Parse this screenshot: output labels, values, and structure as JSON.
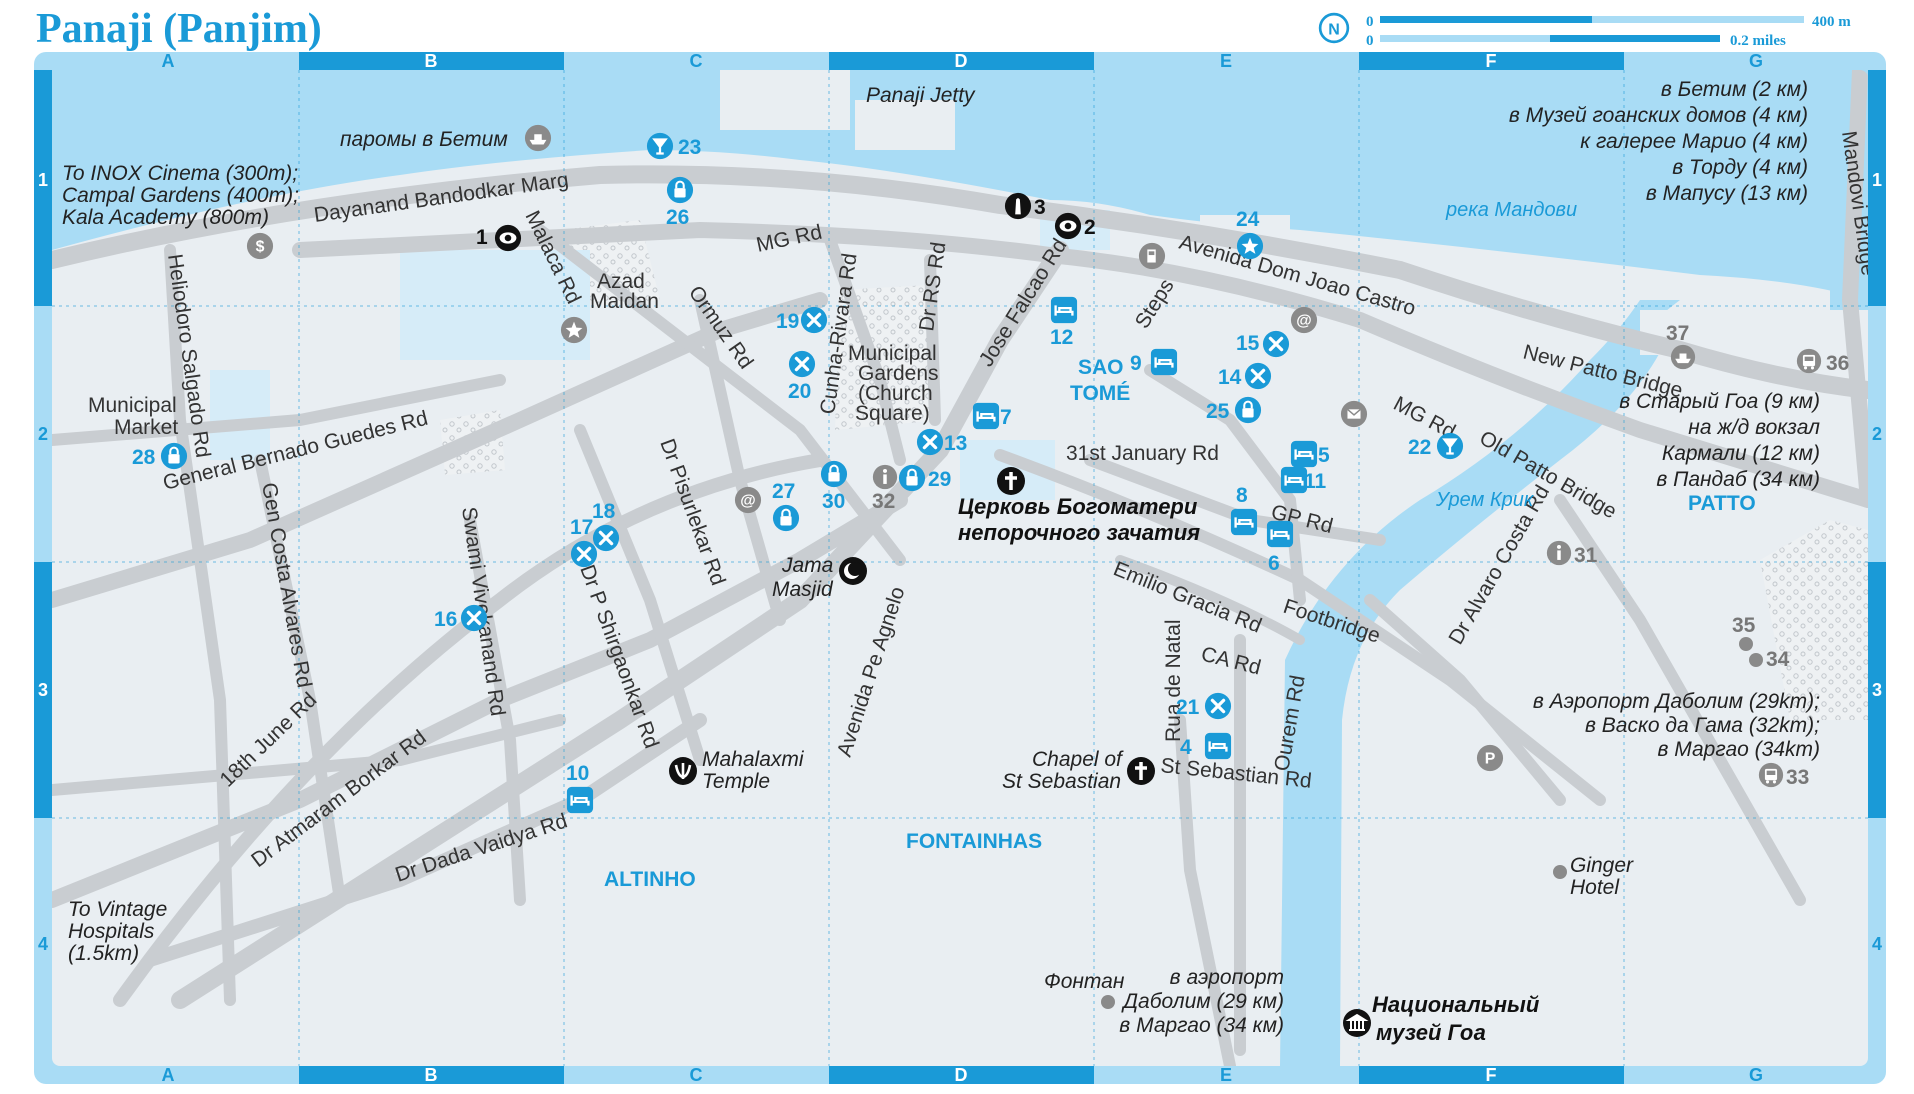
{
  "title": "Panaji (Panjim)",
  "scale": {
    "km_zero": "0",
    "km_label": "400 m",
    "mi_zero": "0",
    "mi_label": "0.2 miles",
    "north": "N"
  },
  "grid": {
    "columns": [
      "A",
      "B",
      "C",
      "D",
      "E",
      "F",
      "G"
    ],
    "rows": [
      "1",
      "2",
      "3",
      "4"
    ]
  },
  "streets": {
    "dayanand": "Dayanand Bandodkar Marg",
    "malaca": "Malaca Rd",
    "mg_rd": "MG Rd",
    "mg_rd_east": "MG Rd",
    "ormuz": "Ormuz Rd",
    "cunha": "Cunha-Rivara Rd",
    "dr_rs": "Dr RS Rd",
    "jose": "Jose Falcao Rd",
    "heliodoro": "Heliodoro Salgado Rd",
    "gen_bernado": "General Bernado Guedes Rd",
    "gen_costa": "Gen Costa Alvares Rd",
    "swami": "Swami Vivekanand Rd",
    "pisurlekar": "Dr Pisurlekar Rd",
    "shirgaonkar": "Dr P Shirgaonkar Rd",
    "eighteenth": "18th June Rd",
    "atmaram": "Dr Atmaram Borkar Rd",
    "dada": "Dr Dada Vaidya Rd",
    "pe_agnelo": "Avenida Pe Agnelo",
    "dom_joao": "Avenida Dom Joao Castro",
    "new_patto": "New Patto Bridge",
    "old_patto": "Old Patto Bridge",
    "mandovi_bridge": "Mandovi Bridge",
    "jan31": "31st January Rd",
    "gp": "GP Rd",
    "emilio": "Emilio Gracia Rd",
    "ca": "CA Rd",
    "ourem": "Ourem Rd",
    "rua_natal": "Rua de Natal",
    "st_sebastian": "St Sebastian Rd",
    "alvaro": "Dr Alvaro Costa Rd",
    "steps": "Steps",
    "footbridge": "Footbridge"
  },
  "places": {
    "jetty": "Panaji Jetty",
    "ferries": "паромы в Бетим",
    "inox": [
      "To INOX Cinema (300m);",
      "Campal Gardens (400m);",
      "Kala Academy (800m)"
    ],
    "azad": [
      "Azad",
      "Maidan"
    ],
    "municipal_gardens": [
      "Municipal",
      "Gardens",
      "(Church",
      "Square)"
    ],
    "municipal_market": [
      "Municipal",
      "Market"
    ],
    "church": [
      "Церковь Богоматери",
      "непорочного зачатия"
    ],
    "jama": [
      "Jama",
      "Masjid"
    ],
    "mahalaxmi": [
      "Mahalaxmi",
      "Temple"
    ],
    "chapel": [
      "Chapel of",
      "St Sebastian"
    ],
    "museum": [
      "Национальный",
      "музей Гоа"
    ],
    "fontan": "Фонтан",
    "ginger": [
      "Ginger",
      "Hotel"
    ],
    "vintage": [
      "To Vintage",
      "Hospitals",
      "(1.5km)"
    ],
    "to_betim": [
      "в Бетим (2 км)",
      "в Музей гоанских домов (4 км)",
      "к галерее Марио (4 км)",
      "в Торду (4 км)",
      "в Мапусу (13 км)"
    ],
    "to_old_goa": [
      "в Старый Гоа (9 км)",
      "на ж/д вокзал",
      "Кармали (12 км)",
      "в Пандаб (34 км)"
    ],
    "to_airport_e": [
      "в Аэропорт Даболим (29km);",
      "в Васко да Гама (32km);",
      "в Маргао (34km)"
    ],
    "to_airport_s": [
      "в аэропорт",
      "Даболим (29 км)",
      "в Маргао (34 км)"
    ]
  },
  "districts": {
    "sao_tome": [
      "SAO",
      "TOMÉ"
    ],
    "patto": "PATTO",
    "altinho": "ALTINHO",
    "fontainhas": "FONTAINHAS"
  },
  "water": {
    "mandovi": "река Мандови",
    "urem": "Урем Крик"
  },
  "markers": {
    "m1": "1",
    "m2": "2",
    "m3": "3",
    "m4": "4",
    "m5": "5",
    "m6": "6",
    "m7": "7",
    "m8": "8",
    "m9": "9",
    "m10": "10",
    "m11": "11",
    "m12": "12",
    "m13": "13",
    "m14": "14",
    "m15": "15",
    "m16": "16",
    "m17": "17",
    "m18": "18",
    "m19": "19",
    "m20": "20",
    "m21": "21",
    "m22": "22",
    "m23": "23",
    "m24": "24",
    "m25": "25",
    "m26": "26",
    "m27": "27",
    "m28": "28",
    "m29": "29",
    "m30": "30",
    "m31": "31",
    "m32": "32",
    "m33": "33",
    "m34": "34",
    "m35": "35",
    "m36": "36",
    "m37": "37"
  },
  "colors": {
    "accent": "#1a9ad7",
    "water": "#a9dcf5",
    "road": "#c9cdd1",
    "land": "#e9eef2"
  }
}
